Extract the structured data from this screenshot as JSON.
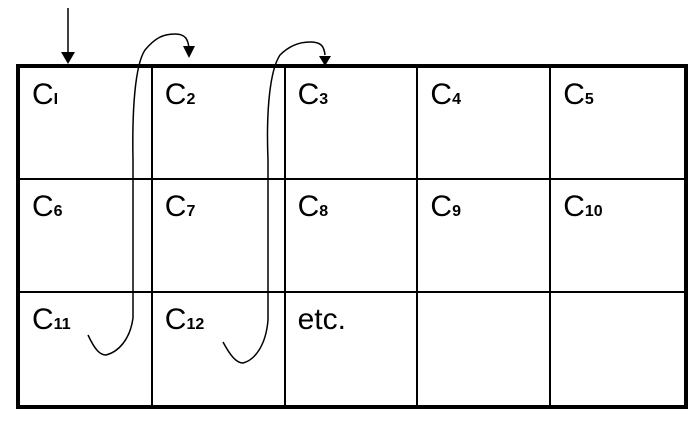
{
  "diagram": {
    "description": "Row-major traversal of a 3x5 grid of cells C1..C12, etc.",
    "columns": 5,
    "rows": 3,
    "cells": [
      {
        "main": "C",
        "sub": "I"
      },
      {
        "main": "C",
        "sub": "2"
      },
      {
        "main": "C",
        "sub": "3"
      },
      {
        "main": "C",
        "sub": "4"
      },
      {
        "main": "C",
        "sub": "5"
      },
      {
        "main": "C",
        "sub": "6"
      },
      {
        "main": "C",
        "sub": "7"
      },
      {
        "main": "C",
        "sub": "8"
      },
      {
        "main": "C",
        "sub": "9"
      },
      {
        "main": "C",
        "sub": "10"
      },
      {
        "main": "C",
        "sub": "11"
      },
      {
        "main": "C",
        "sub": "12"
      },
      {
        "main": "etc.",
        "sub": ""
      },
      {
        "main": "",
        "sub": ""
      },
      {
        "main": "",
        "sub": ""
      }
    ],
    "arrows": [
      {
        "name": "start-arrow",
        "into": "C1"
      },
      {
        "name": "wrap-arrow-1",
        "from": "C11",
        "to": "C2"
      },
      {
        "name": "wrap-arrow-2",
        "from": "C12",
        "to": "C3"
      }
    ],
    "colors": {
      "line": "#000000",
      "background": "#ffffff"
    }
  }
}
